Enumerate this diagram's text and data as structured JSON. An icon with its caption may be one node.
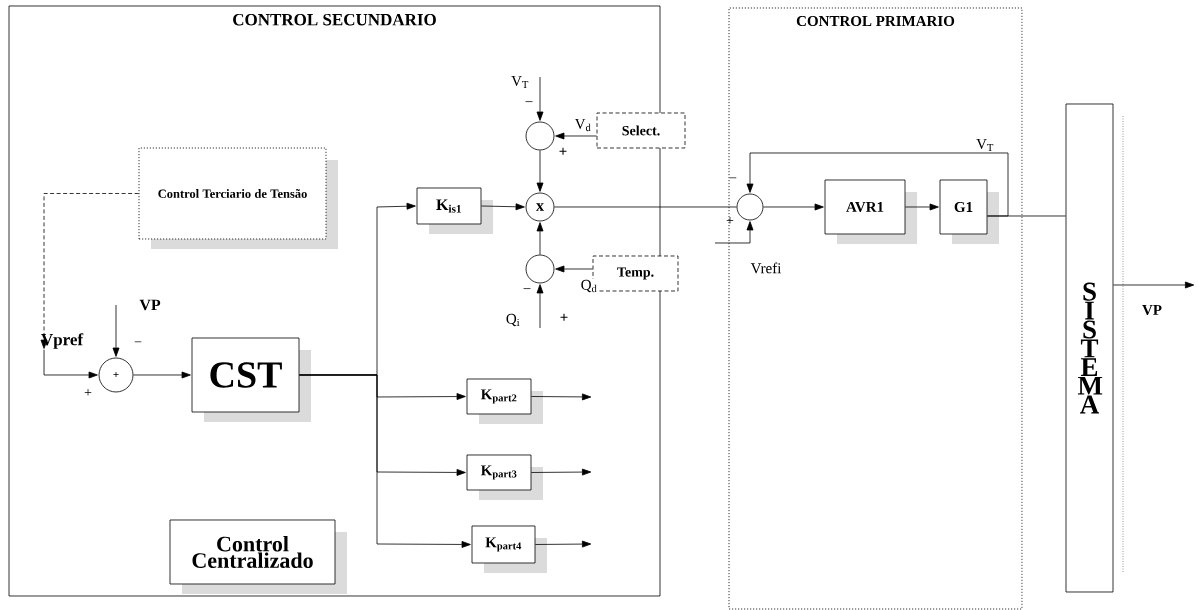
{
  "diagram": {
    "nodes": [
      {
        "text": [
          "CONTROL SECUNDARIO"
        ]
      },
      {
        "text": [
          "CONTROL PRIMARIO"
        ]
      },
      {
        "text": [
          "Control Terciario de Tensão"
        ],
        "in": 0
      },
      {
        "text": [
          "K$_{is1}$"
        ],
        "in": 0
      },
      {
        "text": [],
        "shape": "circle",
        "in": 0
      },
      {
        "text": [
          "x"
        ],
        "in": 0
      },
      {
        "text": [],
        "shape": "circle",
        "in": 0
      },
      {
        "text": [
          "Select."
        ]
      },
      {
        "text": [
          "Temp."
        ]
      },
      {
        "text": [
          "+"
        ],
        "in": 0
      },
      {
        "text": [
          "CST"
        ],
        "in": 0
      },
      {
        "text": [
          "K$_{part2}$"
        ],
        "in": 0
      },
      {
        "text": [
          "K$_{part3}$"
        ],
        "in": 0
      },
      {
        "text": [
          "K$_{part4}$"
        ],
        "in": 0
      },
      {
        "text": [
          "Control Centralizado"
        ],
        "in": 0
      },
      {
        "text": [],
        "shape": "circle",
        "in": 1
      },
      {
        "text": [
          "AVR1"
        ],
        "in": 1
      },
      {
        "text": [
          "G1"
        ],
        "in": 1
      },
      {
        "text": [
          "S I S T E M A"
        ]
      },
      {
        "text": [
          "Vpref"
        ],
        "in": 0
      }
    ],
    "edges": [
      {
        "from": 2,
        "to": 19,
        "arrow": "to",
        "style": "dashed"
      },
      {
        "from": 19,
        "to": 9,
        "arrow": "to"
      },
      {
        "from": null,
        "to": 9,
        "arrow": "to"
      },
      {
        "from": 9,
        "to": 10,
        "arrow": "to"
      },
      {
        "from": 10,
        "to": 3,
        "arrow": "to"
      },
      {
        "from": 10,
        "to": 11,
        "arrow": "to"
      },
      {
        "from": 10,
        "to": 12,
        "arrow": "to"
      },
      {
        "from": 10,
        "to": 13,
        "arrow": "to"
      },
      {
        "from": 11,
        "to": null,
        "arrow": "to"
      },
      {
        "from": 12,
        "to": null,
        "arrow": "to"
      },
      {
        "from": 13,
        "to": null,
        "arrow": "to"
      },
      {
        "from": 3,
        "to": 5,
        "arrow": "to"
      },
      {
        "from": null,
        "to": 4,
        "arrow": "to"
      },
      {
        "from": 7,
        "to": 4,
        "arrow": "to",
        "label": "V$_{d}$"
      },
      {
        "from": 4,
        "to": 5,
        "arrow": "to"
      },
      {
        "from": 8,
        "to": 6,
        "arrow": "to",
        "label": "Q$_{d}$"
      },
      {
        "from": null,
        "to": 6,
        "arrow": "to"
      },
      {
        "from": 6,
        "to": 5,
        "arrow": "to"
      },
      {
        "from": 5,
        "to": 15,
        "arrow": "none"
      },
      {
        "from": null,
        "to": 15,
        "arrow": "to"
      },
      {
        "from": 15,
        "to": 16,
        "arrow": "to"
      },
      {
        "from": 16,
        "to": 17,
        "arrow": "to"
      },
      {
        "from": 17,
        "to": 18,
        "arrow": "none"
      },
      {
        "from": 17,
        "to": 15,
        "arrow": "to",
        "label": "V$_{T}$"
      },
      {
        "from": 18,
        "to": null,
        "arrow": "to"
      }
    ],
    "labels": [
      "V$_{T}$",
      "−",
      "+",
      "−",
      "+",
      "Vrefi",
      "−",
      "Q$_{i}$",
      "+",
      "VP",
      "VP",
      "−",
      "+"
    ]
  }
}
